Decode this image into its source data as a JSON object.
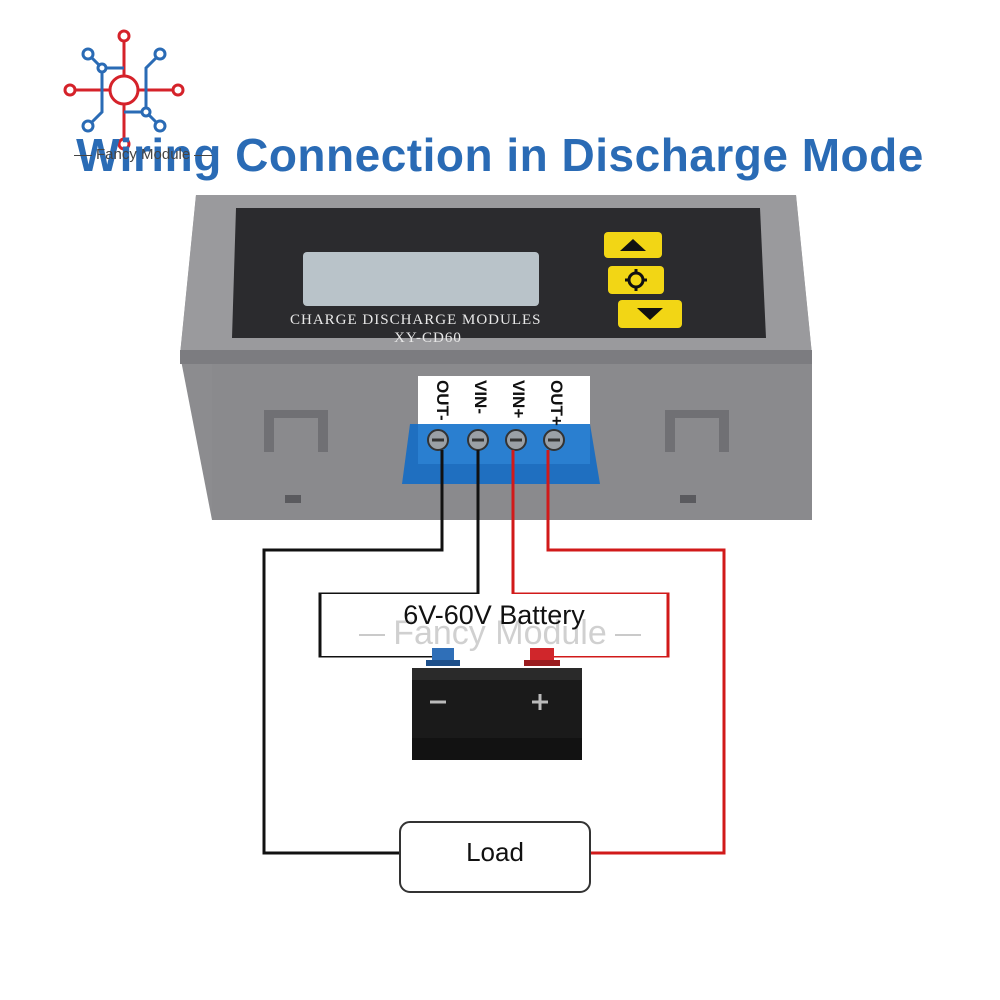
{
  "title": "Wiring Connection in Discharge Mode",
  "watermark": "Fancy Module",
  "module": {
    "line1": "CHARGE DISCHARGE MODULES",
    "line2": "XY-CD60",
    "buttons": [
      {
        "icon": "up-arrow-icon"
      },
      {
        "icon": "gear-icon"
      },
      {
        "icon": "down-arrow-icon"
      }
    ],
    "terminals": [
      "OUT-",
      "VIN-",
      "VIN+",
      "OUT+"
    ]
  },
  "battery": {
    "label": "6V-60V Battery",
    "negative_symbol": "−",
    "positive_symbol": "+"
  },
  "load": {
    "label": "Load"
  },
  "colors": {
    "title": "#2a6bb5",
    "case": "#8a8a8c",
    "panel": "#2b2b2e",
    "button": "#f2d615",
    "terminal_block": "#1f6fc0",
    "wire_negative": "#111111",
    "wire_positive": "#d11a1a",
    "battery_positive": "#d0262b",
    "battery_negative": "#2f6fb8"
  }
}
